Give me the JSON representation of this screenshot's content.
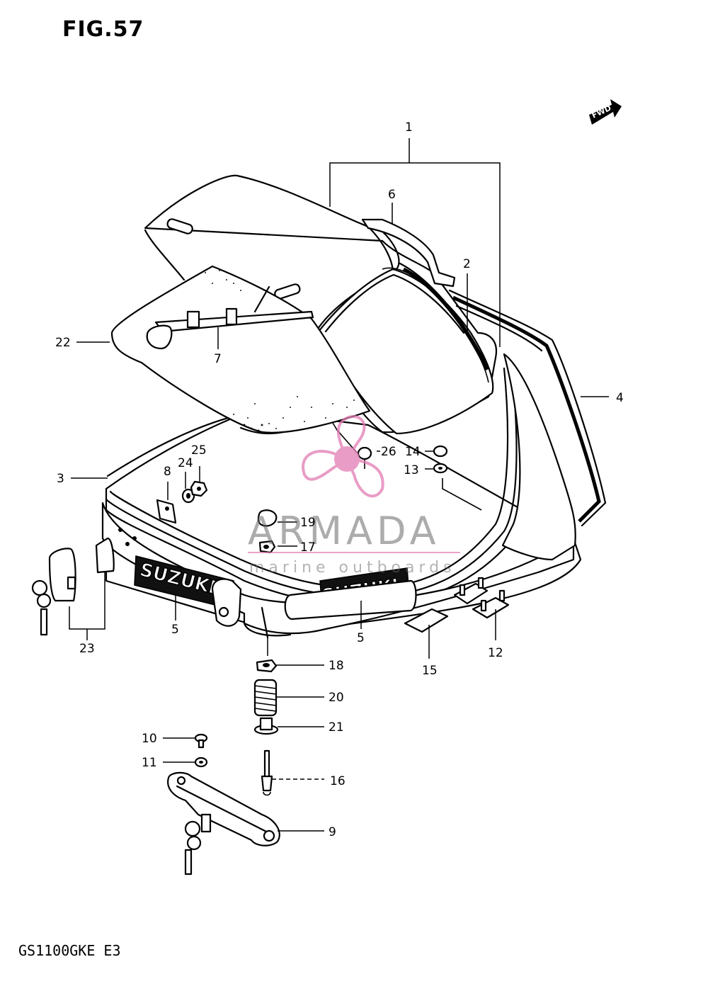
{
  "figure": {
    "title": "FIG.57",
    "model_code": "GS1100GKE  E3",
    "direction_arrow": "FWD"
  },
  "emblems": {
    "left": "SUZUKI",
    "right": "SUZUKI"
  },
  "watermark": {
    "brand": "ARMADA",
    "tagline": "marine outboards",
    "logo_icon": "propeller-icon",
    "accent_color": "#e27bb3"
  },
  "callouts": [
    {
      "id": "c1",
      "label": "1"
    },
    {
      "id": "c2",
      "label": "2"
    },
    {
      "id": "c3",
      "label": "3"
    },
    {
      "id": "c4",
      "label": "4"
    },
    {
      "id": "c5a",
      "label": "5"
    },
    {
      "id": "c5b",
      "label": "5"
    },
    {
      "id": "c6",
      "label": "6"
    },
    {
      "id": "c7",
      "label": "7"
    },
    {
      "id": "c8",
      "label": "8"
    },
    {
      "id": "c9",
      "label": "9"
    },
    {
      "id": "c10",
      "label": "10"
    },
    {
      "id": "c11",
      "label": "11"
    },
    {
      "id": "c12",
      "label": "12"
    },
    {
      "id": "c13",
      "label": "13"
    },
    {
      "id": "c14",
      "label": "14"
    },
    {
      "id": "c15",
      "label": "15"
    },
    {
      "id": "c16",
      "label": "16"
    },
    {
      "id": "c17",
      "label": "17"
    },
    {
      "id": "c18",
      "label": "18"
    },
    {
      "id": "c19",
      "label": "19"
    },
    {
      "id": "c20",
      "label": "20"
    },
    {
      "id": "c21",
      "label": "21"
    },
    {
      "id": "c22",
      "label": "22"
    },
    {
      "id": "c23",
      "label": "23"
    },
    {
      "id": "c24",
      "label": "24"
    },
    {
      "id": "c25",
      "label": "25"
    },
    {
      "id": "c26",
      "label": "26"
    }
  ]
}
